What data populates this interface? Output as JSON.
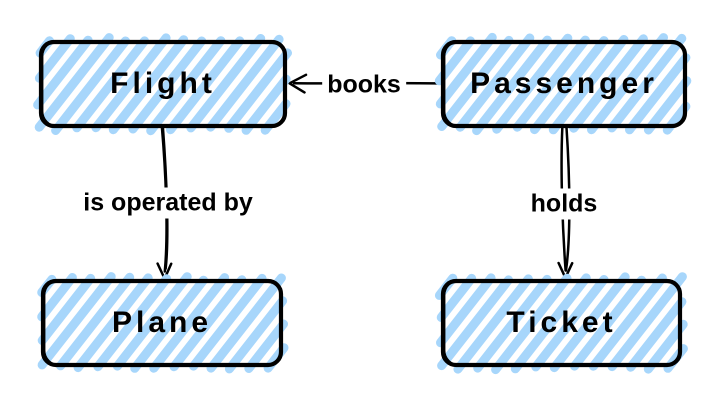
{
  "diagram": {
    "type": "entity-relationship-flowchart",
    "style": "hand-drawn-sketch",
    "nodes": [
      {
        "id": "flight",
        "label": "Flight"
      },
      {
        "id": "passenger",
        "label": "Passenger"
      },
      {
        "id": "plane",
        "label": "Plane"
      },
      {
        "id": "ticket",
        "label": "Ticket"
      }
    ],
    "edges": [
      {
        "label": "books",
        "from": "Passenger",
        "to": "Flight",
        "arrowhead": "open"
      },
      {
        "label": "is operated by",
        "from": "Flight",
        "to": "Plane",
        "arrowhead": "open"
      },
      {
        "label": "holds",
        "from": "Passenger",
        "to": "Ticket",
        "arrowhead": "open"
      }
    ],
    "colors": {
      "node_fill_stripe": "#a7d6fb",
      "node_border": "#000000",
      "edge_stroke": "#000000",
      "label_text": "#000000",
      "background": "#ffffff"
    }
  }
}
